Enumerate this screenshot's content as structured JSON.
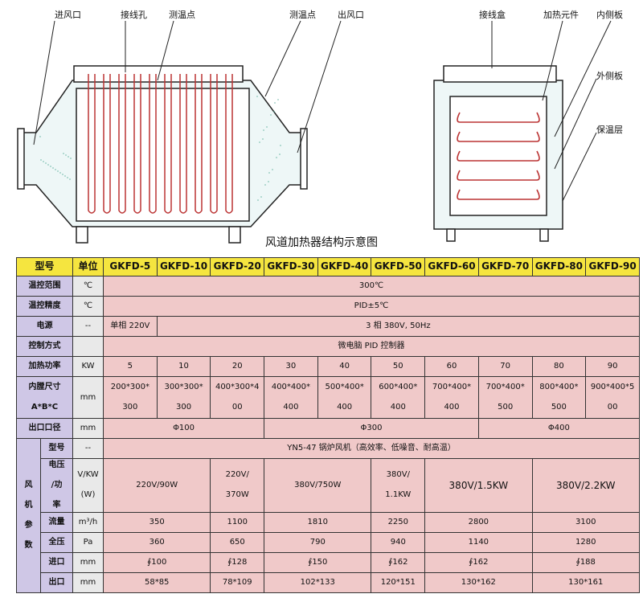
{
  "diagram": {
    "labels": {
      "inlet": "进风口",
      "junction_hole": "接线孔",
      "temp_point_1": "测温点",
      "temp_point_2": "测温点",
      "outlet": "出风口",
      "junction_box": "接线盒",
      "heating_element": "加热元件",
      "inner_plate": "内侧板",
      "outer_plate": "外侧板",
      "insulation": "保温层"
    },
    "title": "风道加热器结构示意图"
  },
  "table": {
    "header": {
      "model": "型号",
      "unit": "单位",
      "models": [
        "GKFD-5",
        "GKFD-10",
        "GKFD-20",
        "GKFD-30",
        "GKFD-40",
        "GKFD-50",
        "GKFD-60",
        "GKFD-70",
        "GKFD-80",
        "GKFD-90"
      ]
    },
    "temp_range": {
      "label": "温控范围",
      "unit": "℃",
      "value": "300℃"
    },
    "temp_precision": {
      "label": "温控精度",
      "unit": "℃",
      "value": "PID±5℃"
    },
    "power_supply": {
      "label": "电源",
      "unit": "--",
      "single": "单相 220V",
      "three": "3 相 380V, 50Hz"
    },
    "control": {
      "label": "控制方式",
      "value": "微电脑 PID 控制器"
    },
    "heating_power": {
      "label": "加热功率",
      "unit": "KW",
      "values": [
        "5",
        "10",
        "20",
        "30",
        "40",
        "50",
        "60",
        "70",
        "80",
        "90"
      ]
    },
    "chamber": {
      "label1": "内膛尺寸",
      "label2": "A*B*C",
      "unit": "mm",
      "top": [
        "200*300*",
        "300*300*",
        "400*300*4",
        "400*400*",
        "500*400*",
        "600*400*",
        "700*400*",
        "700*400*",
        "800*400*",
        "900*400*5"
      ],
      "bottom": [
        "300",
        "300",
        "00",
        "400",
        "400",
        "400",
        "400",
        "500",
        "500",
        "00"
      ]
    },
    "outlet_diameter": {
      "label": "出口口径",
      "unit": "mm",
      "values": [
        "Φ100",
        "Φ300",
        "Φ400"
      ]
    },
    "fan": {
      "group_label": [
        "风",
        "机",
        "参",
        "数"
      ],
      "model": {
        "label": "型号",
        "unit": "--",
        "value": "YN5-47 锅炉风机（高效率、低噪音、耐高温）"
      },
      "voltage": {
        "label": [
          "电压",
          "/功",
          "率"
        ],
        "unit": [
          "V/KW",
          "(W)"
        ],
        "values": [
          "220V/90W",
          "220V/",
          "370W",
          "380V/750W",
          "380V/",
          "1.1KW",
          "380V/1.5KW",
          "380V/2.2KW"
        ]
      },
      "flow": {
        "label": "流量",
        "unit": "m³/h",
        "values": [
          "350",
          "1100",
          "1810",
          "2250",
          "2800",
          "3100"
        ]
      },
      "pressure": {
        "label": "全压",
        "unit": "Pa",
        "values": [
          "360",
          "650",
          "790",
          "940",
          "1140",
          "1280"
        ]
      },
      "inlet": {
        "label": "进口",
        "unit": "mm",
        "values": [
          "∮100",
          "∮128",
          "∮150",
          "∮162",
          "∮162",
          "∮188"
        ]
      },
      "outlet": {
        "label": "出口",
        "unit": "mm",
        "values": [
          "58*85",
          "78*109",
          "102*133",
          "120*151",
          "130*162",
          "130*161"
        ]
      }
    }
  }
}
